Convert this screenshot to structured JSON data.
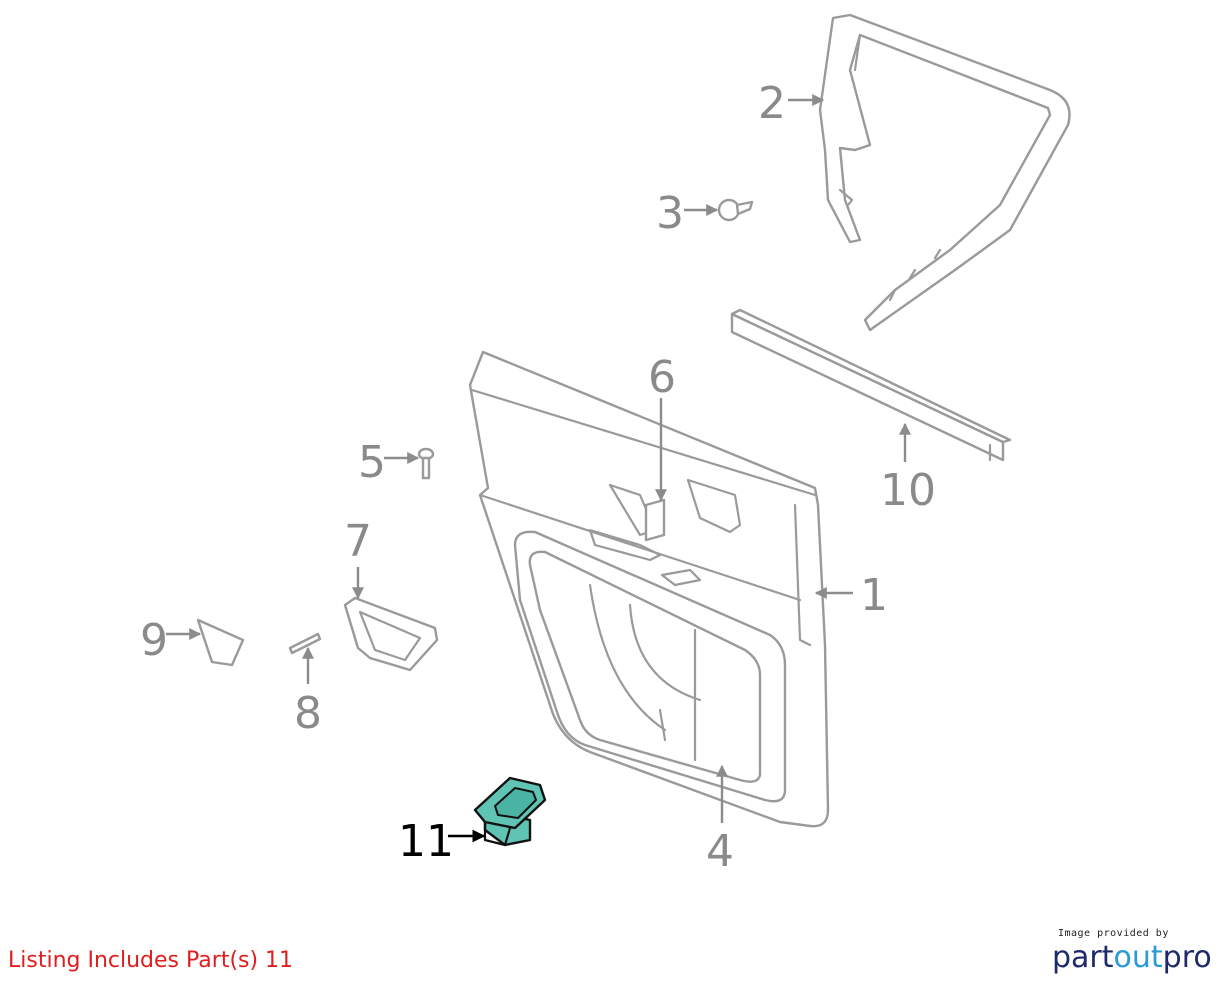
{
  "callouts": {
    "c1": "1",
    "c2": "2",
    "c3": "3",
    "c4": "4",
    "c5": "5",
    "c6": "6",
    "c7": "7",
    "c8": "8",
    "c9": "9",
    "c10": "10",
    "c11": "11"
  },
  "highlighted_part": "11",
  "colors": {
    "highlight_fill": "#5fc4b4",
    "line_gray": "#9a9a9a",
    "listing_red": "#e01e1e",
    "logo_dark": "#1f2a6b",
    "logo_light": "#2b9ad8"
  },
  "listing_note": "Listing Includes Part(s) 11",
  "credit": {
    "caption": "Image provided by",
    "logo_part1": "part",
    "logo_part2": "out",
    "logo_part3": "pro"
  }
}
